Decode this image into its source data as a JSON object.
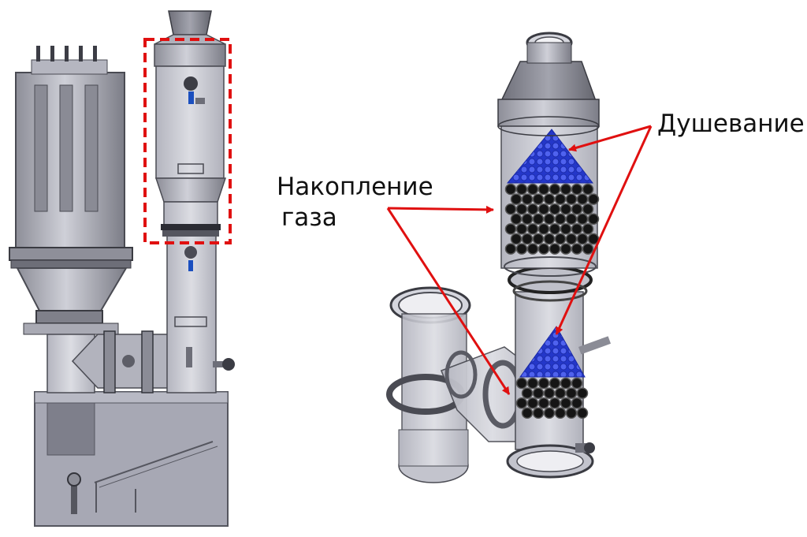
{
  "labels": {
    "showering": "Душевание",
    "gas_accumulation_line1": "Накопление",
    "gas_accumulation_line2": "газа"
  },
  "colors": {
    "arrow": "#e01010",
    "highlight_box": "#e01010",
    "metal": "#a9aab4",
    "metal_dark": "#6d6e78",
    "glass": "#c9cad3",
    "packing_blue": "#2b3fd6",
    "packing_black": "#141414",
    "background": "#ffffff"
  },
  "icons": [
    "left-scrubber-elevation-view",
    "right-scrubber-3d-section-view"
  ]
}
